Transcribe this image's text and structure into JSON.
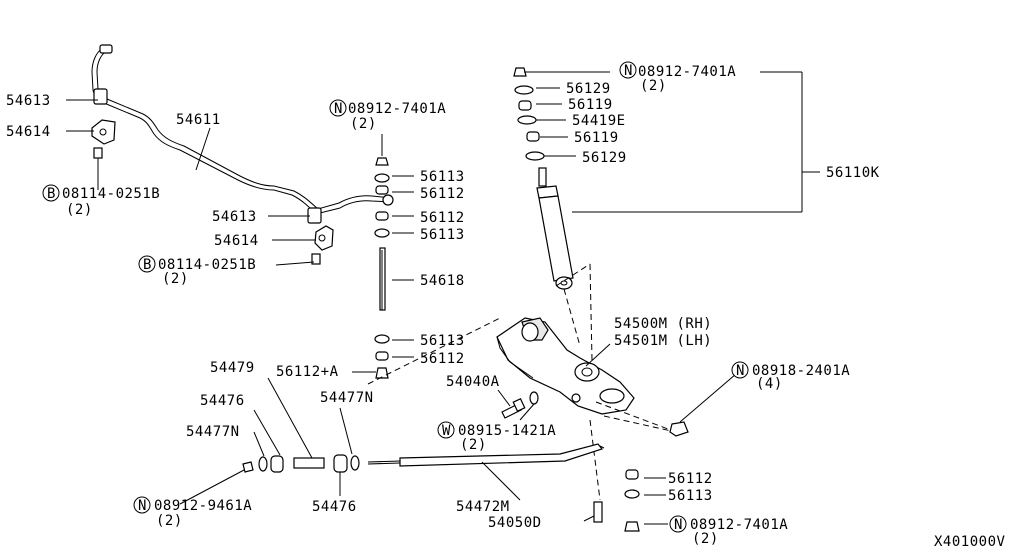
{
  "labels": {
    "p54613a": "54613",
    "p54611": "54611",
    "p54614a": "54614",
    "b_stab_top": "08114-0251B",
    "b_stab_top_qty": "(2)",
    "p54613b": "54613",
    "p54614b": "54614",
    "b_stab_bot": "08114-0251B",
    "b_stab_bot_qty": "(2)",
    "n_link_top": "08912-7401A",
    "n_link_top_qty": "(2)",
    "p56113a": "56113",
    "p56112a": "56112",
    "p56112b": "56112",
    "p56113b": "56113",
    "p54618": "54618",
    "p56113c": "56113",
    "p56112c": "56112",
    "p56112plusA": "56112+A",
    "n_shock_top": "08912-7401A",
    "n_shock_top_qty": "(2)",
    "p56129a": "56129",
    "p56119a": "56119",
    "p54419E": "54419E",
    "p56119b": "56119",
    "p56129b": "56129",
    "p56110K": "56110K",
    "p54500M": "54500M (RH)",
    "p54501M": "54501M (LH)",
    "p54040A": "54040A",
    "w_bolt": "08915-1421A",
    "w_bolt_qty": "(2)",
    "n_arm": "08918-2401A",
    "n_arm_qty": "(4)",
    "p54479": "54479",
    "p54476a": "54476",
    "p54477Na": "54477N",
    "p54477Nb": "54477N",
    "n_rod": "08912-9461A",
    "n_rod_qty": "(2)",
    "p54476b": "54476",
    "p54472M": "54472M",
    "p54050D": "54050D",
    "p56112d": "56112",
    "p56113d": "56113",
    "n_rod_end": "08912-7401A",
    "n_rod_end_qty": "(2)",
    "diagram_code": "X401000V"
  },
  "symbols": {
    "nut": "N",
    "bolt": "B",
    "washer": "W"
  }
}
